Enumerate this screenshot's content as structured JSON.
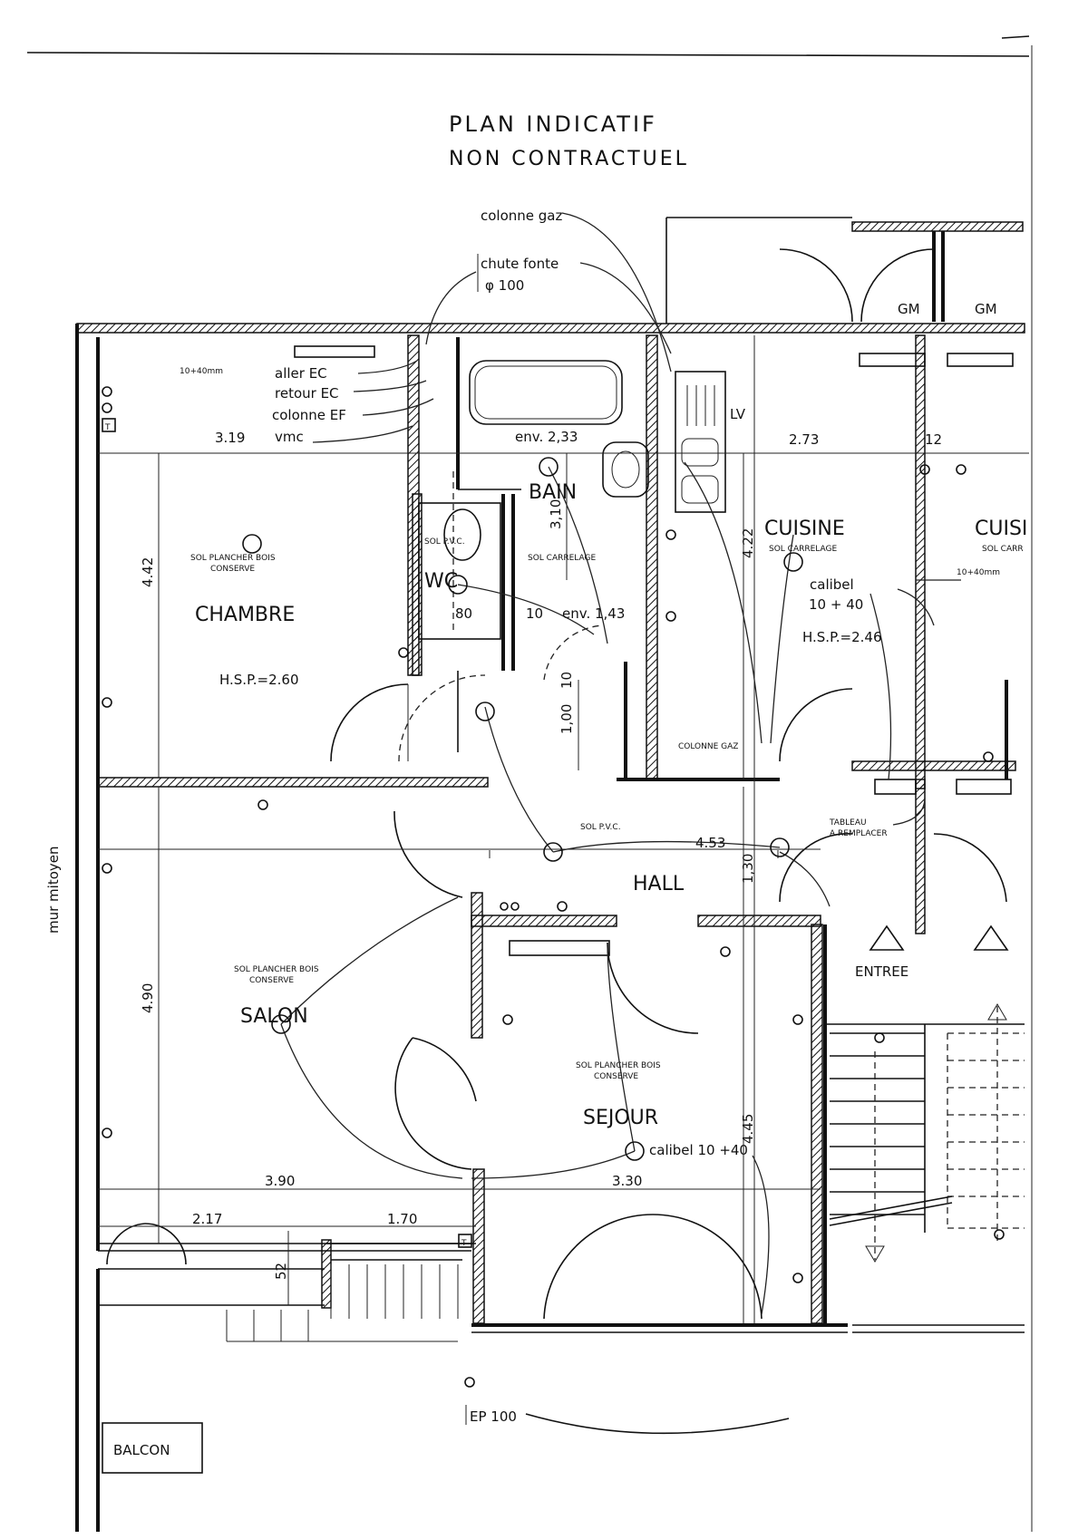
{
  "header": {
    "line1": "PLAN INDICATIF",
    "line2": "NON CONTRACTUEL"
  },
  "rooms": {
    "chambre": "CHAMBRE",
    "bain": "BAIN",
    "wc": "WC",
    "cuisine": "CUISINE",
    "cuisine_partial": "CUISI",
    "hall": "HALL",
    "salon": "SALON",
    "sejour": "SEJOUR",
    "entree": "ENTREE",
    "balcon": "BALCON"
  },
  "floors": {
    "chambre": [
      "SOL PLANCHER BOIS",
      "CONSERVE"
    ],
    "wc": "SOL P.V.C.",
    "bain": "SOL CARRELAGE",
    "cuisine": "SOL CARRELAGE",
    "cuisine_partial": "SOL CARR",
    "hall": "SOL P.V.C.",
    "salon": [
      "SOL PLANCHER BOIS",
      "CONSERVE"
    ],
    "sejour": [
      "SOL PLANCHER BOIS",
      "CONSERVE"
    ]
  },
  "heights": {
    "chambre": "H.S.P.=2.60",
    "cuisine": "H.S.P.=2.46"
  },
  "dimensions": {
    "chambre_width": "3.19",
    "chambre_depth": "4.42",
    "bain_width": "env. 2,33",
    "bain_depth": "3,10",
    "wc_width": "80",
    "wc_side": "10",
    "bain_inner": "env. 1,43",
    "cuisine_width": "2.73",
    "cuisine_depth": "4.22",
    "cuisine_side": "12",
    "hall_width": "4.53",
    "hall_depth": "1,30",
    "closet_1": "10",
    "closet_2": "1,00",
    "salon_depth": "4.90",
    "salon_width": "3.90",
    "sejour_width": "3.30",
    "sejour_depth": "4.45",
    "balcon_left": "2.17",
    "balcon_right": "1.70",
    "balcon_depth": "52"
  },
  "annotations": {
    "colonne_gaz": "colonne gaz",
    "chute_fonte": "chute fonte",
    "chute_diam": "φ 100",
    "aller_ec": "aller EC",
    "retour_ec": "retour EC",
    "colonne_ef": "colonne EF",
    "vmc": "vmc",
    "gm_1": "GM",
    "gm_2": "GM",
    "lv": "LV",
    "calibel_cuisine": "calibel",
    "calibel_cuisine_value": "10 + 40",
    "calibel_sejour": "calibel 10 +40",
    "colonne_gaz_small": "COLONNE GAZ",
    "tableau_1": "TABLEAU",
    "tableau_2": "A REMPLACER",
    "cable_left": "10+40mm",
    "cable_right": "10+40mm",
    "mur_mitoyen": "mur mitoyen",
    "ep": "EP 100",
    "wc_tag": "T",
    "sejour_tag": "T"
  },
  "colors": {
    "ink": "#111111",
    "paper": "#ffffff"
  }
}
